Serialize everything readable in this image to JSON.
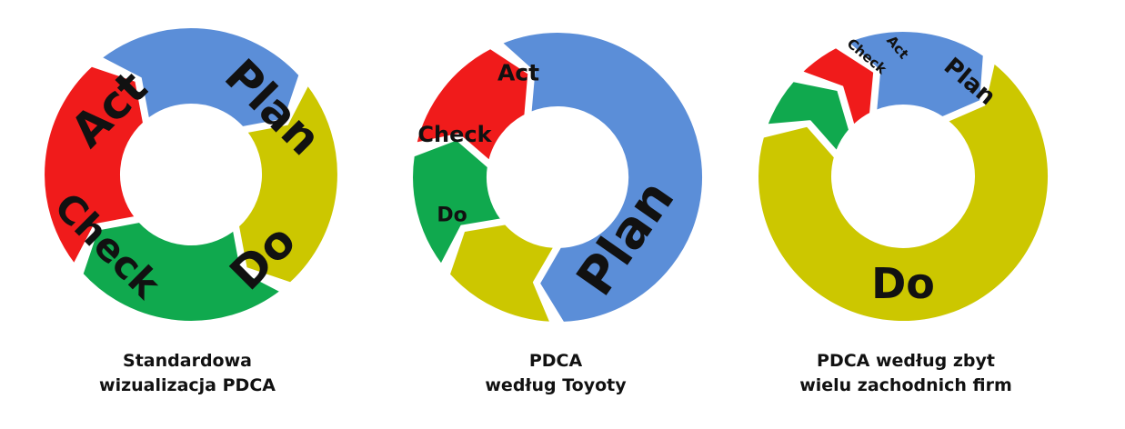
{
  "colors": {
    "plan": "#5B8ED8",
    "do": "#CCC700",
    "check": "#10A94E",
    "act": "#F01B1B"
  },
  "diagrams": [
    {
      "id": "standard",
      "caption_line1": "Standardowa",
      "caption_line2": "wizualizacja PDCA",
      "segments": [
        {
          "key": "plan",
          "label": "Plan",
          "share": 25
        },
        {
          "key": "do",
          "label": "Do",
          "share": 25
        },
        {
          "key": "check",
          "label": "Check",
          "share": 25
        },
        {
          "key": "act",
          "label": "Act",
          "share": 25
        }
      ]
    },
    {
      "id": "toyota",
      "caption_line1": "PDCA",
      "caption_line2": "według Toyoty",
      "segments": [
        {
          "key": "plan",
          "label": "Plan",
          "share": 57
        },
        {
          "key": "do",
          "label": "Do",
          "share": 14
        },
        {
          "key": "check",
          "label": "Check",
          "share": 14
        },
        {
          "key": "act",
          "label": "Act",
          "share": 15
        }
      ]
    },
    {
      "id": "western",
      "caption_line1": "PDCA według zbyt",
      "caption_line2": "wielu zachodnich firm",
      "segments": [
        {
          "key": "plan",
          "label": "Plan",
          "share": 17
        },
        {
          "key": "do",
          "label": "Do",
          "share": 70
        },
        {
          "key": "check",
          "label": "Check",
          "share": 7
        },
        {
          "key": "act",
          "label": "Act",
          "share": 6
        }
      ]
    }
  ]
}
